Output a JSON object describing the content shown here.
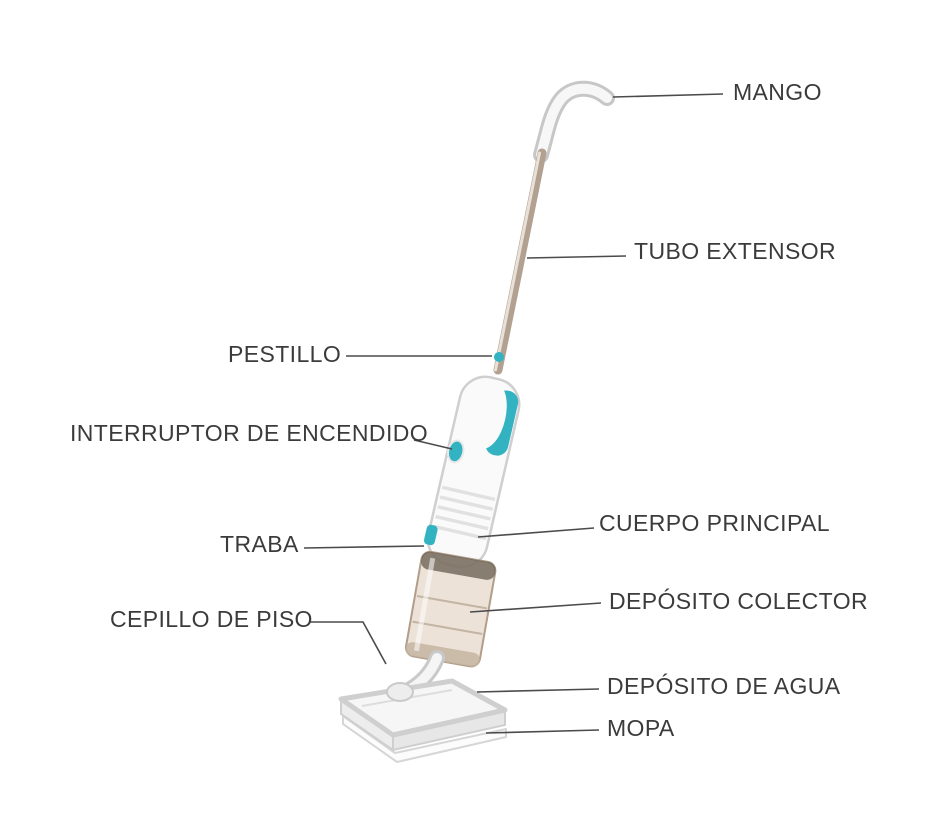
{
  "labels": [
    {
      "id": "mango",
      "text": "MANGO"
    },
    {
      "id": "tubo-extensor",
      "text": "TUBO EXTENSOR"
    },
    {
      "id": "pestillo",
      "text": "PESTILLO"
    },
    {
      "id": "interruptor-de-encendido",
      "text": "INTERRUPTOR DE ENCENDIDO"
    },
    {
      "id": "cuerpo-principal",
      "text": "CUERPO PRINCIPAL"
    },
    {
      "id": "traba",
      "text": "TRABA"
    },
    {
      "id": "deposito-colector",
      "text": "DEPÓSITO COLECTOR"
    },
    {
      "id": "cepillo-de-piso",
      "text": "CEPILLO DE PISO"
    },
    {
      "id": "deposito-de-agua",
      "text": "DEPÓSITO DE AGUA"
    },
    {
      "id": "mopa",
      "text": "MOPA"
    }
  ],
  "colors": {
    "accent_teal": "#33b3c1",
    "leader_line": "#4b4b4b",
    "label_text": "#3b3b3b",
    "cup_tan": "#dccbb7",
    "body_white": "#fafafa"
  }
}
